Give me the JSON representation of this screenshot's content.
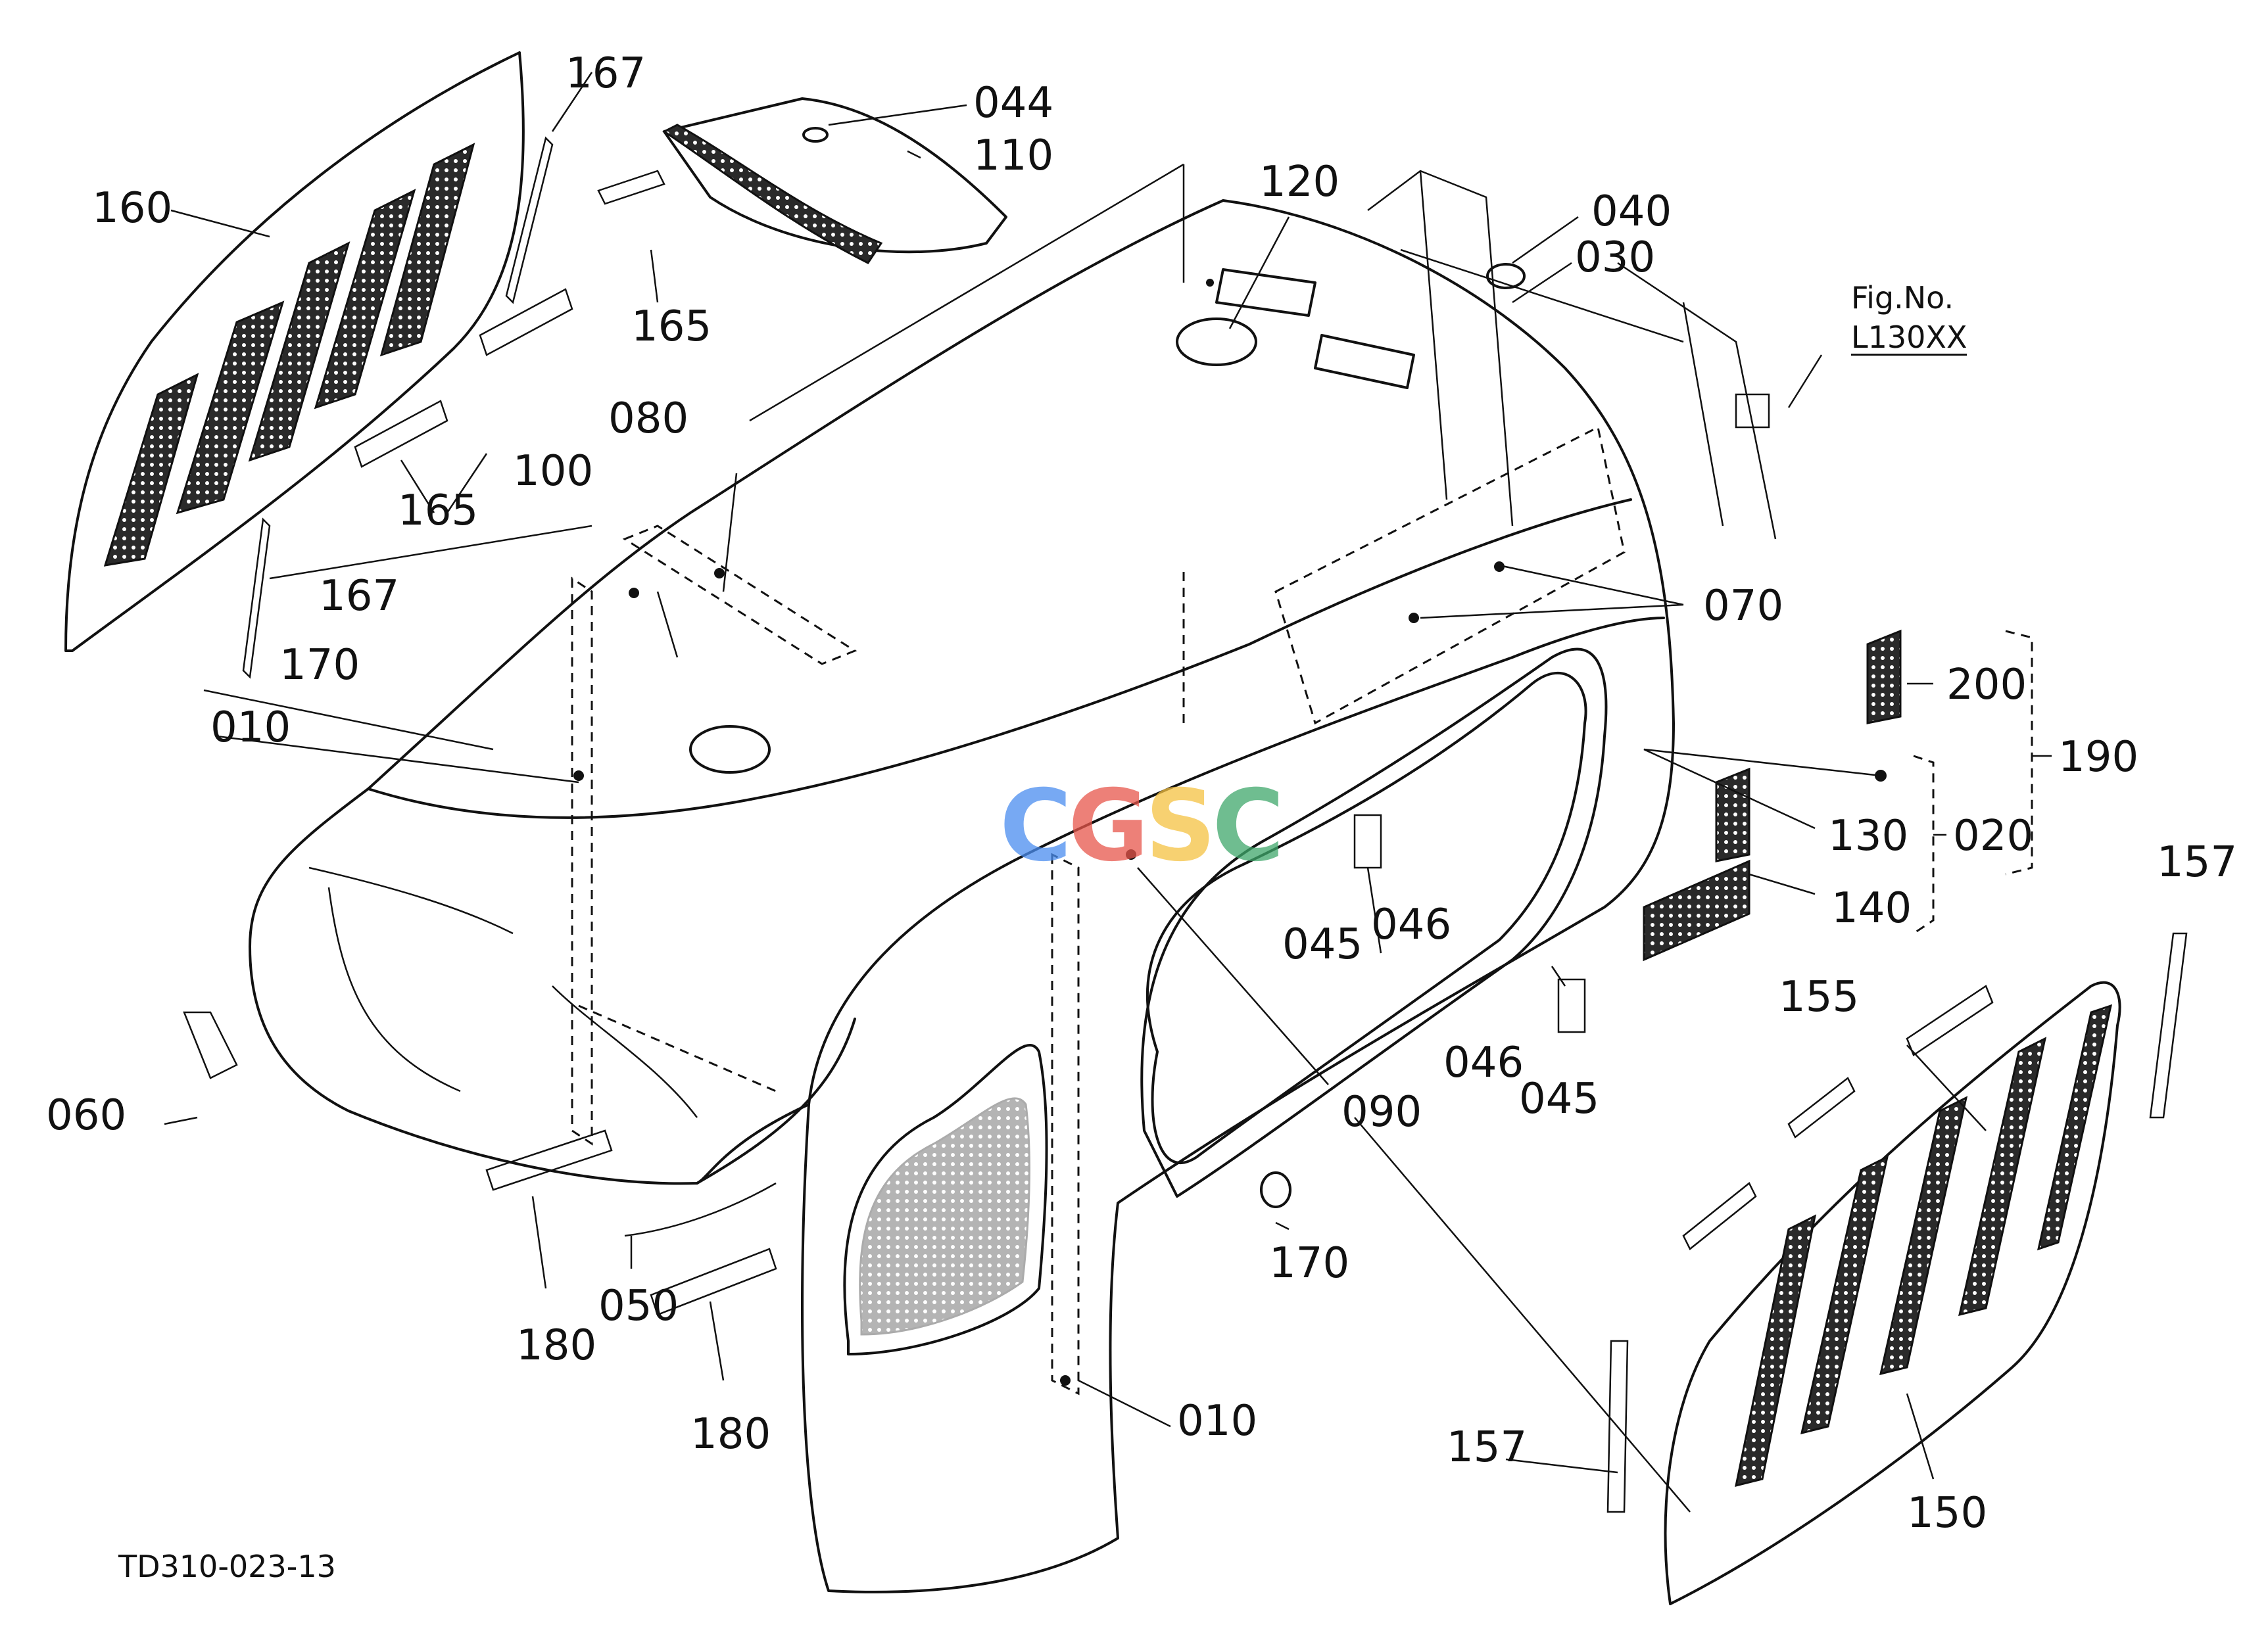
{
  "figure_reference": {
    "title": "Fig.No.",
    "code": "L130XX"
  },
  "drawing_code": "TD310-023-13",
  "watermark": {
    "letters": [
      "C",
      "G",
      "S",
      "C"
    ],
    "colors": [
      "#4a8df0",
      "#e8564b",
      "#f5c242",
      "#3fa86b"
    ]
  },
  "callouts": {
    "c167a": "167",
    "c167b": "167",
    "c160": "160",
    "c165a": "165",
    "c165b": "165",
    "c044": "044",
    "c110": "110",
    "c120": "120",
    "c040": "040",
    "c030": "030",
    "c080": "080",
    "c100": "100",
    "c170a": "170",
    "c170b": "170",
    "c010a": "010",
    "c010b": "010",
    "c070": "070",
    "c200": "200",
    "c190": "190",
    "c130": "130",
    "c020": "020",
    "c140": "140",
    "c045a": "045",
    "c046a": "046",
    "c046b": "046",
    "c045b": "045",
    "c157a": "157",
    "c157b": "157",
    "c155": "155",
    "c060": "060",
    "c090": "090",
    "c050": "050",
    "c180a": "180",
    "c180b": "180",
    "c150": "150"
  }
}
